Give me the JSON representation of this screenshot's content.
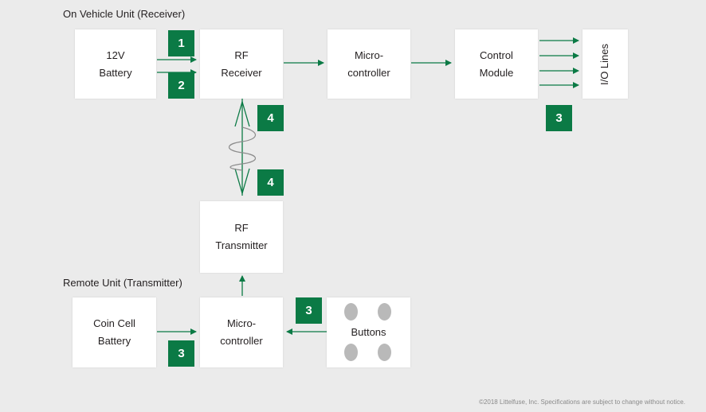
{
  "sections": {
    "vehicle_title": "On Vehicle Unit (Receiver)",
    "remote_title": "Remote Unit (Transmitter)"
  },
  "blocks": {
    "battery_12v": "12V\nBattery",
    "rf_receiver": "RF\nReceiver",
    "microcontroller_vehicle": "Micro-\ncontroller",
    "control_module": "Control\nModule",
    "io_lines": "I/O Lines",
    "rf_transmitter": "RF\nTransmitter",
    "coin_cell_battery": "Coin Cell\nBattery",
    "microcontroller_remote": "Micro-\ncontroller",
    "buttons": "Buttons"
  },
  "badges": {
    "battery_upper": "1",
    "battery_lower": "2",
    "control_module": "3",
    "antenna_upper": "4",
    "antenna_lower": "4",
    "buttons": "3",
    "coin_cell": "3"
  },
  "colors": {
    "background": "#ebebeb",
    "block_fill": "#ffffff",
    "badge_fill": "#0b7a45",
    "arrow": "#0b7a45",
    "rf_wave": "#8c8c8c",
    "button_dot": "#b9b9b9"
  },
  "footer": "©2018 Littelfuse, Inc. Specifications are subject to change without notice."
}
